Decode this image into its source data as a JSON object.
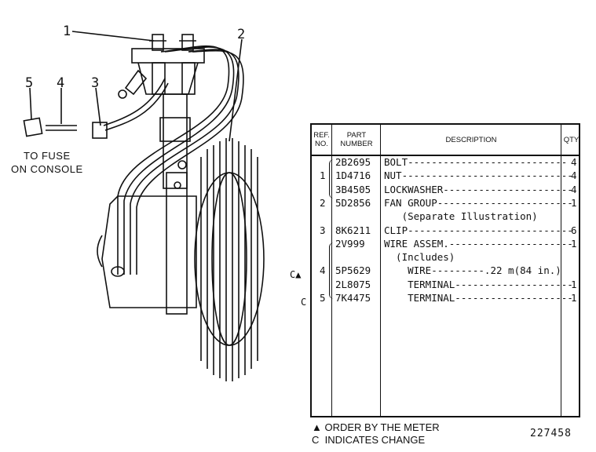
{
  "callouts": [
    "1",
    "2",
    "3",
    "4",
    "5"
  ],
  "fuse_note": [
    "TO FUSE",
    "ON CONSOLE"
  ],
  "table": {
    "headers": {
      "ref_no": "REF. NO.",
      "part_number": "PART NUMBER",
      "description": "DESCRIPTION",
      "qty": "QTY"
    },
    "rows": [
      {
        "ref": "",
        "part": "2B2695",
        "desc": "BOLT---------------------------",
        "qty": "4"
      },
      {
        "ref": "1",
        "part": "1D4716",
        "desc": "NUT-----------------------------",
        "qty": "4"
      },
      {
        "ref": "",
        "part": "3B4505",
        "desc": "LOCKWASHER----------------------",
        "qty": "4"
      },
      {
        "ref": "2",
        "part": "5D2856",
        "desc": "FAN GROUP-----------------------",
        "qty": "1"
      },
      {
        "ref": "",
        "part": "",
        "desc": "   (Separate Illustration)",
        "qty": ""
      },
      {
        "ref": "3",
        "part": "8K6211",
        "desc": "CLIP----------------------------",
        "qty": "6"
      },
      {
        "ref": "",
        "part": "2V999",
        "desc": "WIRE ASSEM.---------------------",
        "qty": "1"
      },
      {
        "ref": "",
        "part": "",
        "desc": "  (Includes)",
        "qty": ""
      },
      {
        "ref": "4",
        "part": "5P5629",
        "desc": "    WIRE---------.22 m(84 in.)",
        "qty": ""
      },
      {
        "ref": "",
        "part": "2L8075",
        "desc": "    TERMINAL--------------------",
        "qty": "1"
      },
      {
        "ref": "5",
        "part": "7K4475",
        "desc": "    TERMINAL--------------------",
        "qty": "1"
      }
    ],
    "change_marks": [
      "C▲",
      "C"
    ]
  },
  "legend": [
    "▲ ORDER BY THE METER",
    "C  INDICATES CHANGE"
  ],
  "figure_number": "227458"
}
